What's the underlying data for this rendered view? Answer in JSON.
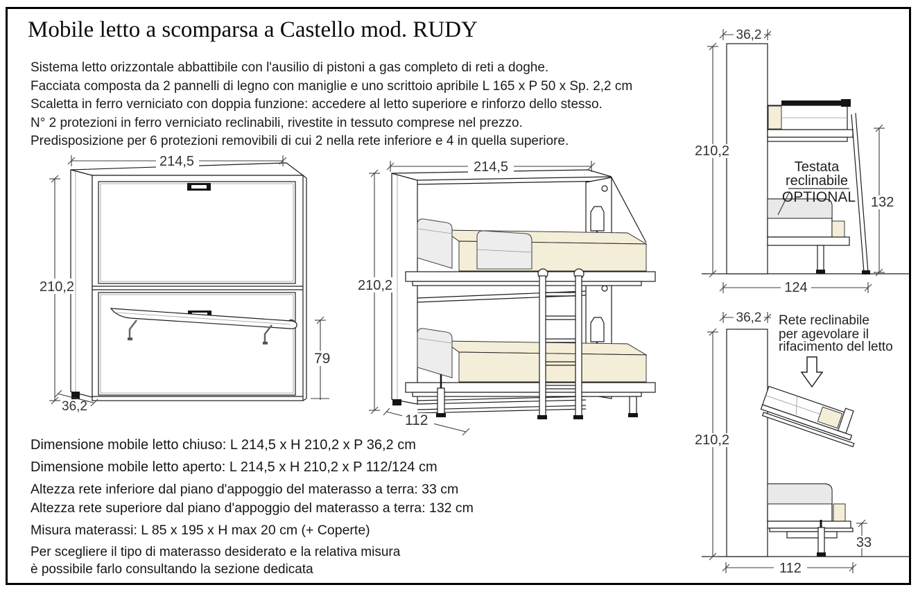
{
  "title": "Mobile letto a scomparsa a Castello mod. RUDY",
  "description": {
    "lines": [
      "Sistema letto orizzontale abbattibile con l'ausilio di pistoni a gas completo di reti a doghe.",
      "Facciata composta da 2 pannelli di legno con maniglie e uno scrittoio apribile L 165 x P 50 x Sp. 2,2 cm",
      "Scaletta in ferro verniciato con doppia funzione: accedere al letto superiore e rinforzo dello stesso.",
      "N° 2 protezioni in ferro verniciato reclinabili, rivestite in tessuto comprese nel prezzo.",
      "Predisposizione per 6 protezioni removibili di cui 2 nella rete inferiore e 4 in quella superiore."
    ]
  },
  "specs": {
    "lines": [
      "Dimensione mobile letto chiuso: L 214,5 x H 210,2 x P 36,2 cm",
      "Dimensione mobile letto aperto: L 214,5 x H 210,2 x P 112/124 cm",
      "Altezza rete inferiore dal piano d'appoggio del materasso a terra: 33 cm",
      "Altezza rete superiore dal piano d'appoggio del materasso a terra: 132 cm",
      "Misura materassi: L 85 x 195 x H max 20 cm (+ Coperte)",
      "Per scegliere il tipo di materasso desiderato e la relativa misura",
      "è possibile farlo consultando la sezione dedicata"
    ]
  },
  "drawings": {
    "closed": {
      "width": "214,5",
      "height": "210,2",
      "desk_height": "79",
      "depth": "36,2"
    },
    "open": {
      "width": "214,5",
      "height": "210,2",
      "depth": "112"
    },
    "side_open": {
      "depth": "36,2",
      "height": "210,2",
      "upper_bed": "132",
      "total_depth": "124",
      "note1": "Testata",
      "note2": "reclinabile",
      "note3": "OPTIONAL"
    },
    "side_reclined": {
      "depth": "36,2",
      "height": "210,2",
      "lower_bed": "33",
      "total_depth": "112",
      "note1": "Rete reclinabile",
      "note2": "per agevolare il",
      "note3": "rifacimento del letto"
    }
  },
  "colors": {
    "line": "#1c1c1c",
    "dim": "#3d3d3d",
    "mattress": "#f4eed8",
    "guard": "#ededed",
    "background": "#ffffff"
  }
}
